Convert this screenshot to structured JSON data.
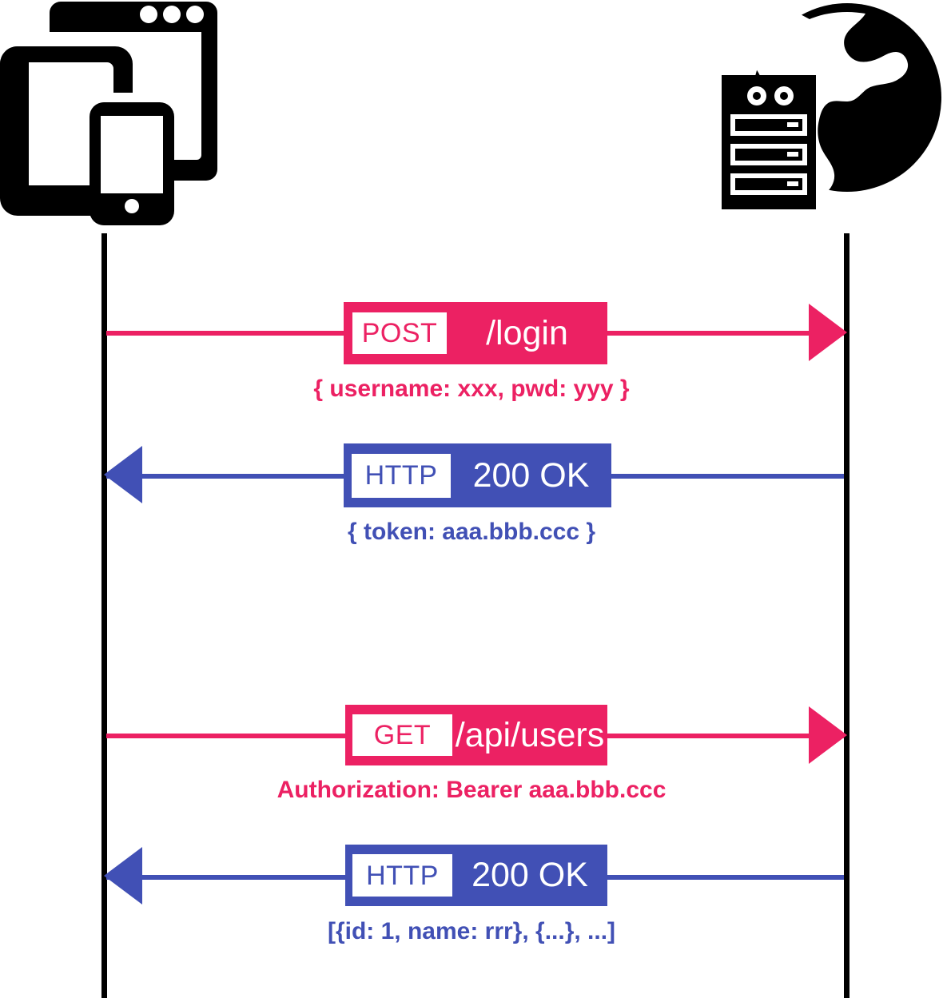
{
  "diagram": {
    "title": "API token authentication sequence",
    "type": "sequence-diagram",
    "colors": {
      "request": "#EC2163",
      "response": "#4150B5",
      "lifeline": "#000000",
      "badge_background": "#FFFFFF",
      "page_background": "#FFFFFF"
    }
  },
  "actors": [
    {
      "id": "client",
      "icon": "devices-icon",
      "description": "client devices: browser window, tablet and smartphone"
    },
    {
      "id": "server",
      "icon": "server-globe-icon",
      "description": "server rack in front of a globe"
    }
  ],
  "messages": [
    {
      "id": "login-request",
      "direction": "right",
      "kind": "request",
      "method": "POST",
      "path": "/login",
      "caption": "{ username: xxx, pwd: yyy }",
      "color": "#EC2163"
    },
    {
      "id": "login-response",
      "direction": "left",
      "kind": "response",
      "method": "HTTP",
      "path": "200 OK",
      "caption": "{ token: aaa.bbb.ccc }",
      "color": "#4150B5"
    },
    {
      "id": "users-request",
      "direction": "right",
      "kind": "request",
      "method": "GET",
      "path": "/api/users",
      "caption": "Authorization: Bearer aaa.bbb.ccc",
      "color": "#EC2163"
    },
    {
      "id": "users-response",
      "direction": "left",
      "kind": "response",
      "method": "HTTP",
      "path": "200 OK",
      "caption": "[{id: 1, name: rrr}, {...}, ...]",
      "color": "#4150B5"
    }
  ]
}
